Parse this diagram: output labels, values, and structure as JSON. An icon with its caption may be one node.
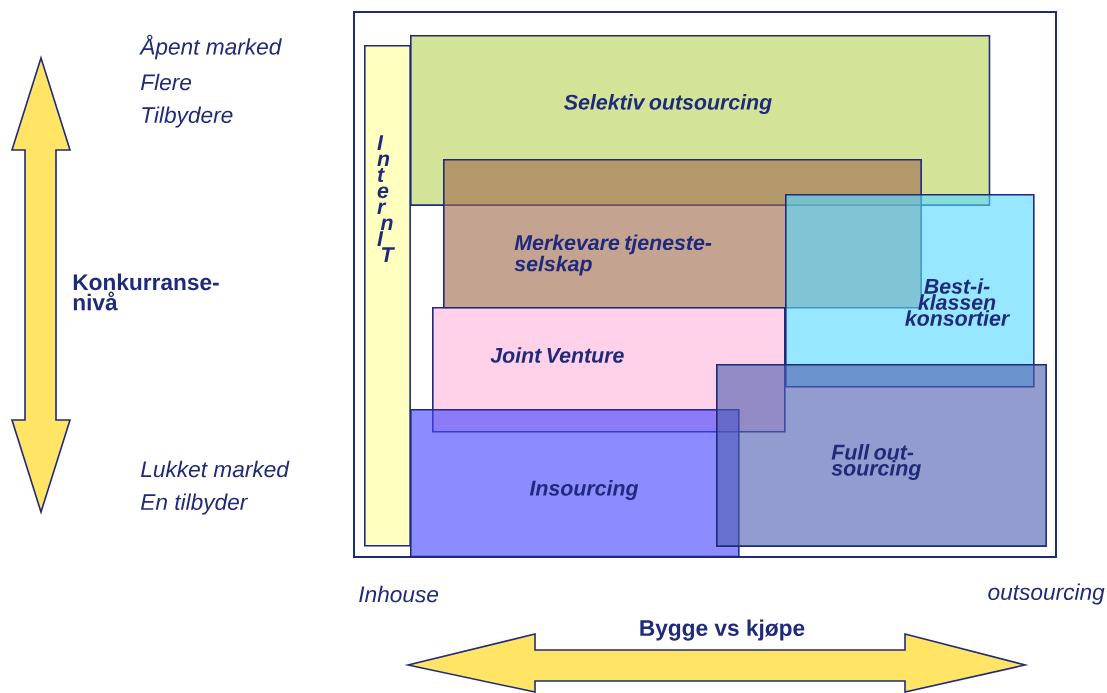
{
  "diagram": {
    "nodes": [
      {
        "text": [
          "Intern IT"
        ]
      },
      {
        "text": [
          "Selektiv outsourcing"
        ]
      },
      {
        "text": [
          "Merkevare tjeneste-selskap"
        ]
      },
      {
        "text": [
          "Best-i-klassen konsortier"
        ]
      },
      {
        "text": [
          "Joint Venture"
        ]
      },
      {
        "text": [
          "Insourcing"
        ]
      },
      {
        "text": [
          "Full out-sourcing"
        ]
      }
    ],
    "labels": [
      "Åpent marked",
      "Flere",
      "Tilbydere",
      "Konkurranse-nivå",
      "Lukket marked",
      "En tilbyder",
      "Inhouse",
      "outsourcing",
      "Bygge vs kjøpe"
    ]
  }
}
